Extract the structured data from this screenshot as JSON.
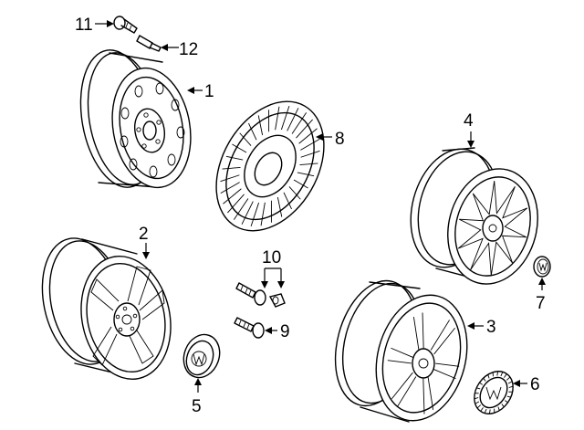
{
  "callouts": {
    "c1": "1",
    "c2": "2",
    "c3": "3",
    "c4": "4",
    "c5": "5",
    "c6": "6",
    "c7": "7",
    "c8": "8",
    "c9": "9",
    "c10": "10",
    "c11": "11",
    "c12": "12"
  },
  "emblem": {
    "color": "#000000",
    "icon": "vw-logo-icon"
  }
}
